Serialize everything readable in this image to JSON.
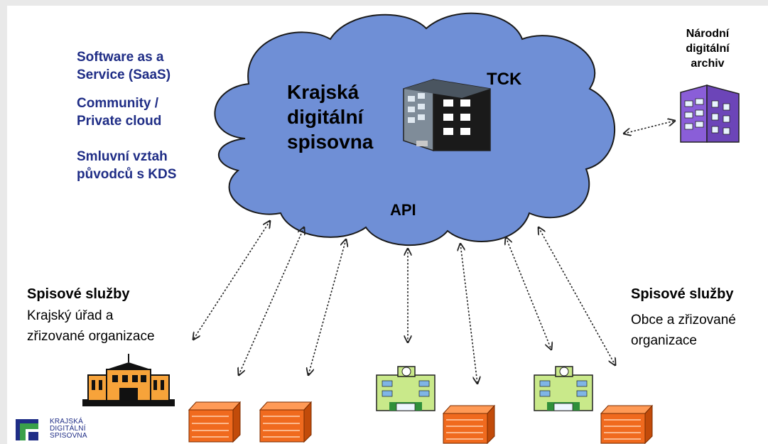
{
  "side_notes": [
    "Software as a\nService (SaaS)",
    "Community /\nPrivate cloud",
    "Smluvní vztah\npůvodců s KDS"
  ],
  "cloud": {
    "title": "Krajská\ndigitální\nspisovna",
    "tck": "TCK",
    "api": "API"
  },
  "archive": {
    "label": "Národní\ndigitální\narchiv"
  },
  "left_services": {
    "heading": "Spisové služby",
    "subtitle": "Krajský úřad a\nzřizované organizace"
  },
  "right_services": {
    "heading": "Spisové služby",
    "subtitle": "Obce a zřizované\norganizace"
  },
  "logo": {
    "text": "KRAJSKÁ\nDIGITÁLNÍ\nSPISOVNA"
  },
  "colors": {
    "cloud_fill": "#6f8fd6",
    "cloud_stroke": "#1a1a1a",
    "note_text": "#1f2d86",
    "server_fill": "#f06a1e",
    "building_orange": "#f7a33a",
    "building_green": "#c9e98a",
    "archive_purple": "#8a5ed8",
    "logo_green": "#3aa14a"
  }
}
